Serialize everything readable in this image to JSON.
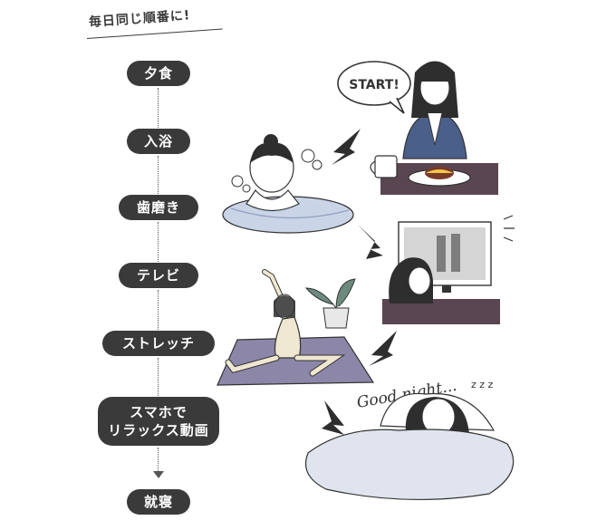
{
  "header": {
    "title": "毎日同じ順番に!"
  },
  "steps": [
    {
      "lines": [
        "夕食"
      ]
    },
    {
      "lines": [
        "入浴"
      ]
    },
    {
      "lines": [
        "歯磨き"
      ]
    },
    {
      "lines": [
        "テレビ"
      ]
    },
    {
      "lines": [
        "ストレッチ"
      ]
    },
    {
      "lines": [
        "スマホで",
        "リラックス動画"
      ]
    },
    {
      "lines": [
        "就寝"
      ]
    }
  ],
  "illustration": {
    "start_text": "START!",
    "goodnight_text": "Good night...",
    "sleep_text": "z z z"
  },
  "colors": {
    "pill": "#3a3a3a",
    "shirt": "#4a5f8a",
    "mat": "#8c86a8",
    "table": "#5a4650",
    "bath": "#c9d4e6"
  }
}
